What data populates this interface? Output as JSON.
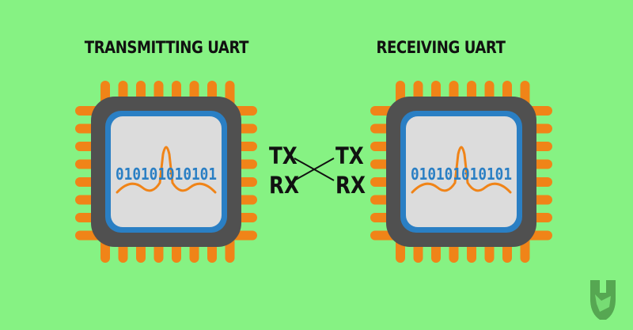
{
  "chips": [
    {
      "title": "TRANSMITTING UART",
      "binary": "010101010101"
    },
    {
      "title": "RECEIVING UART",
      "binary": "010101010101"
    }
  ],
  "connection": {
    "left_pins": [
      "TX",
      "RX"
    ],
    "right_pins": [
      "TX",
      "RX"
    ]
  },
  "colors": {
    "background": "#86f283",
    "pin": "#f08418",
    "chip_body": "#505050",
    "chip_border": "#2a7fc4",
    "chip_face": "#dcdcdc",
    "binary_text": "#2a7fc4",
    "waveform": "#f08418",
    "logo": "#4e9a4a"
  },
  "logo": {
    "icon": "rock-hand-logo-icon"
  }
}
